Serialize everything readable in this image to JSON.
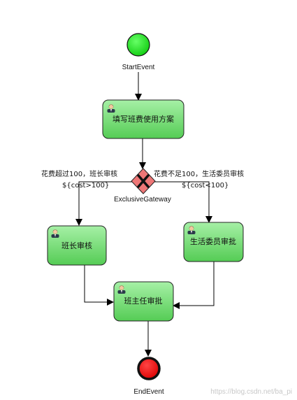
{
  "start_event": {
    "label": "StartEvent"
  },
  "end_event": {
    "label": "EndEvent"
  },
  "gateway": {
    "label": "ExclusiveGateway"
  },
  "tasks": {
    "fill_plan": "填写班费使用方案",
    "monitor": "班长审核",
    "life_committee": "生活委员审批",
    "head_teacher": "班主任审批"
  },
  "flows": {
    "over_100_label": "花费超过100，班长审核",
    "over_100_cond": "${cost>100}",
    "under_100_label": "花费不足100，生活委员审核",
    "under_100_cond": "${cost<100}"
  },
  "watermark": "https://blog.csdn.net/ba_pi",
  "colors": {
    "start_fill": "#22dd22",
    "end_fill": "#ee0000",
    "task_fill": "#6cdd6c",
    "gateway_fill": "#ee7777"
  }
}
